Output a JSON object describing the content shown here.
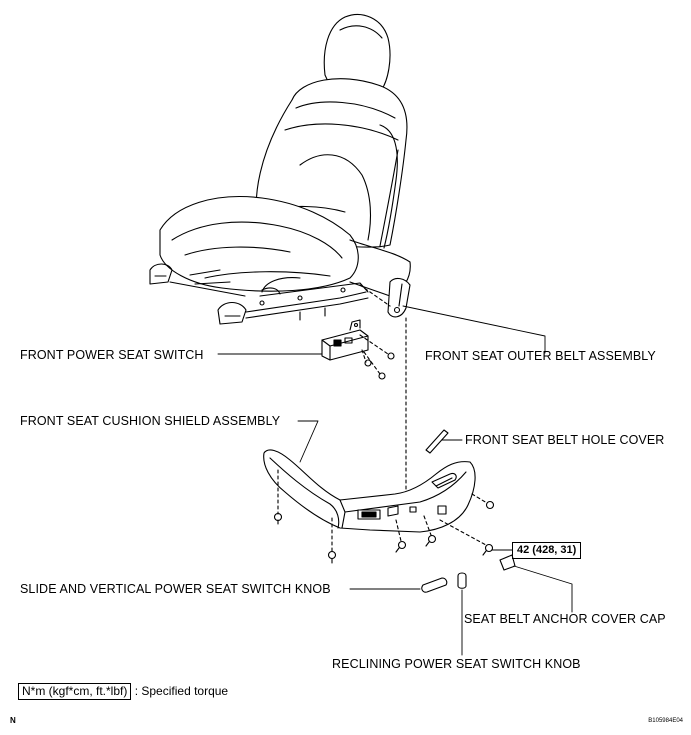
{
  "labels": {
    "front_power_seat_switch": "FRONT POWER SEAT SWITCH",
    "front_seat_outer_belt_assembly": "FRONT SEAT OUTER BELT ASSEMBLY",
    "front_seat_cushion_shield_assembly": "FRONT SEAT CUSHION SHIELD ASSEMBLY",
    "front_seat_belt_hole_cover": "FRONT SEAT BELT HOLE COVER",
    "torque_value": "42 (428, 31)",
    "slide_vertical_knob": "SLIDE AND VERTICAL POWER SEAT SWITCH KNOB",
    "seat_belt_anchor_cover_cap": "SEAT BELT ANCHOR COVER CAP",
    "reclining_knob": "RECLINING POWER SEAT SWITCH KNOB"
  },
  "legend": {
    "unit_box": "N*m (kgf*cm, ft.*lbf)",
    "description": ": Specified torque"
  },
  "corner": {
    "orientation_mark": "N",
    "figure_code": "B105984E04"
  },
  "colors": {
    "line": "#000000",
    "background": "#ffffff"
  }
}
